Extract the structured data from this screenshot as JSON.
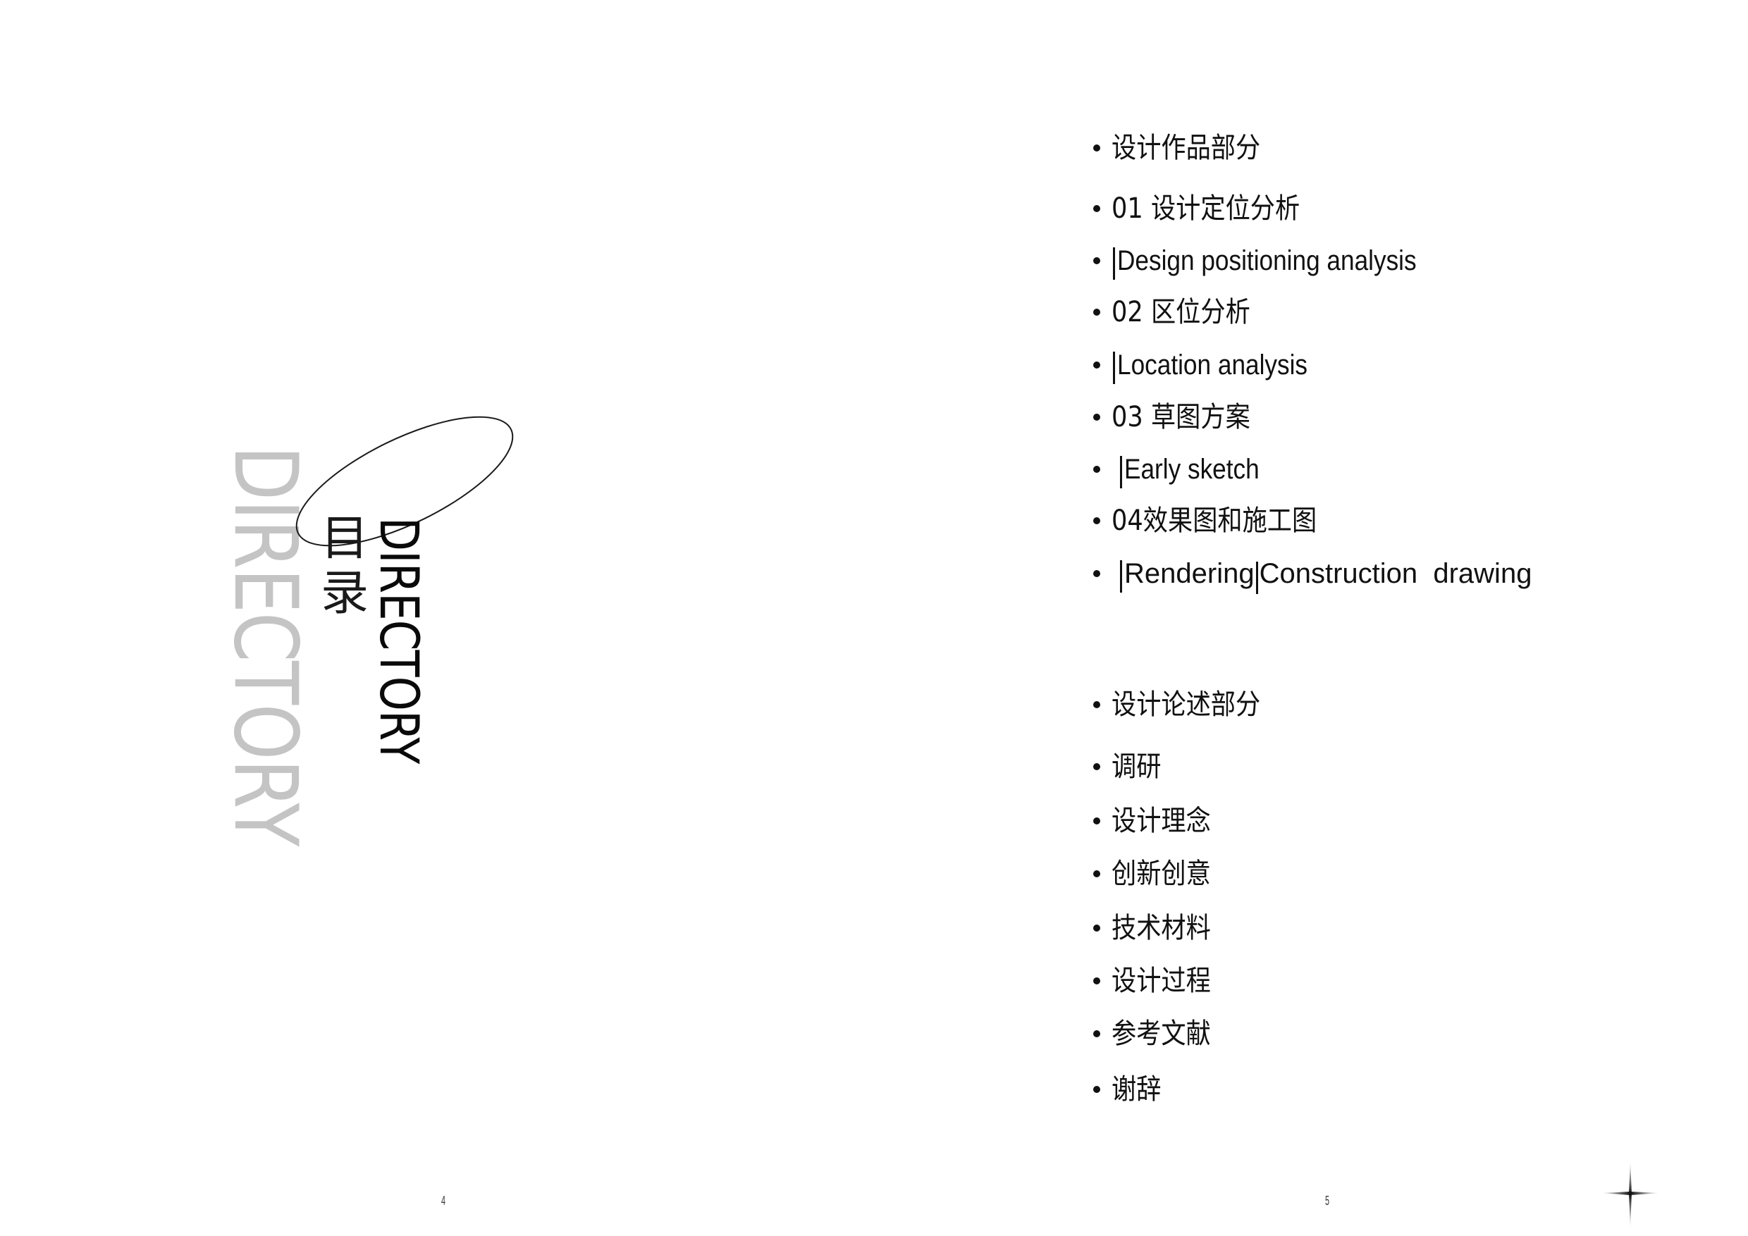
{
  "left_page": {
    "title_zh": [
      "目",
      "录"
    ],
    "title_en": "DIRECTORY",
    "title_en_watermark": "DIRECTORY",
    "page_number": "4"
  },
  "right_page": {
    "section_1": {
      "heading": "设计作品部分",
      "items": [
        {
          "text": "01 设计定位分析",
          "lang": "zh"
        },
        {
          "text": "Design positioning analysis",
          "lang": "en",
          "prefix_bar": true
        },
        {
          "text": "02 区位分析",
          "lang": "zh"
        },
        {
          "text": "Location analysis",
          "lang": "en",
          "prefix_bar": true
        },
        {
          "text": "03 草图方案",
          "lang": "zh"
        },
        {
          "text": "Early sketch",
          "lang": "en",
          "prefix_bar": true
        },
        {
          "text": "04效果图和施工图",
          "lang": "zh"
        },
        {
          "text_a": "Rendering",
          "text_b": "Construction  drawing",
          "lang": "en",
          "prefix_bar": true
        }
      ]
    },
    "section_2": {
      "heading": "设计论述部分",
      "items": [
        "调研",
        "设计理念",
        "创新创意",
        "技术材料",
        "设计过程",
        "参考文献",
        "谢辞"
      ]
    },
    "page_number": "5"
  },
  "decorations": {
    "ellipse_icon": "rotated-ellipse-outline",
    "crosshair_icon": "four-point-star-crosshair",
    "watermark_color": "#c4c4c4",
    "text_color": "#111111"
  }
}
